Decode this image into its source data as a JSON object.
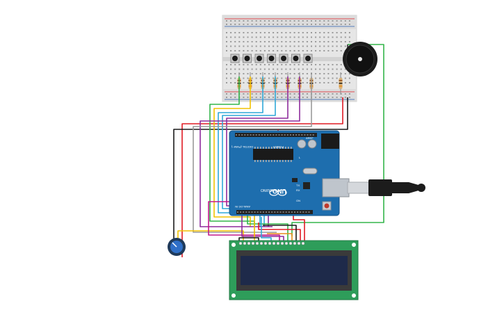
{
  "arduino": {
    "brand": "UNO",
    "logo": "ARDUINO",
    "label_digital": "DIGITAL (PWM~)",
    "label_power": "POWER",
    "label_analog": "ANALOG IN",
    "label_tx": "TX",
    "label_rx": "RX",
    "label_l": "L",
    "label_on": "ON",
    "label_aref": "AREF"
  },
  "breadboard": {
    "button_count": 7,
    "resistor_count": 8
  },
  "lcd": {
    "pin_count": 16
  },
  "colors": {
    "wire_red": "#e01b24",
    "wire_black": "#1a1a1a",
    "wire_green": "#33b54a",
    "wire_yellow": "#f2c200",
    "wire_blue": "#2fa8d8",
    "wire_purple": "#8e2c9c",
    "wire_magenta": "#c2188b",
    "wire_gray": "#9a9a9a",
    "wire_orange": "#e88c1a",
    "arduino_blue": "#1e6eae",
    "lcd_green": "#2e9d5a",
    "lcd_screen": "#1e2a4a"
  },
  "icons": [
    "potentiometer-icon",
    "buzzer-icon",
    "usb-plug-icon",
    "reset-button-icon"
  ]
}
